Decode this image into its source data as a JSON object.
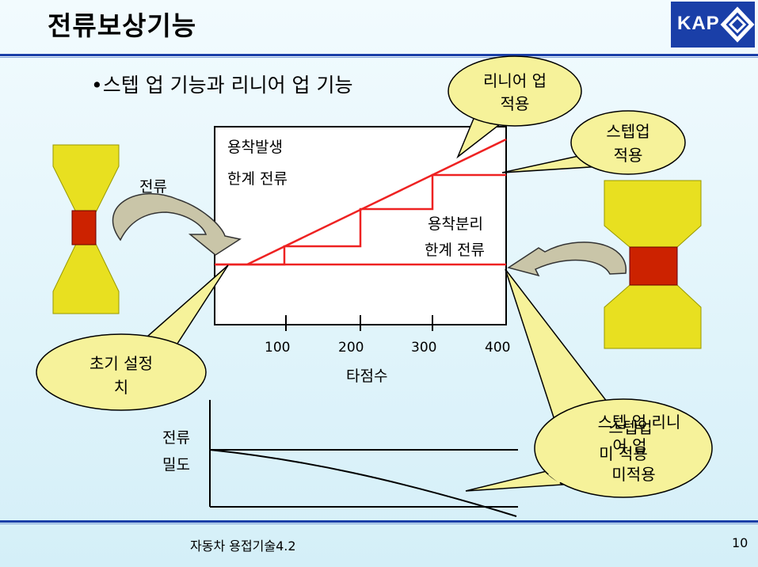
{
  "slide": {
    "title": "전류보상기능",
    "bullet": "•스텝 업 기능과 리니어 업 기능",
    "footer": "자동차 용접기술4.2",
    "page_number": "10",
    "logo_text": "KAP"
  },
  "colors": {
    "accent": "#1a3fa8",
    "line_red": "#ee2222",
    "callout_fill": "#f6f29a",
    "electrode": "#e8e020",
    "weld_red": "#cc2200",
    "arrow_fill": "#c9c5a8"
  },
  "diagram": {
    "label_current": "전류",
    "label_weld_occur": "용착발생",
    "label_limit_current": "한계 전류",
    "label_sep": "용착분리",
    "label_sep_limit": "한계 전류",
    "x_ticks": [
      "100",
      "200",
      "300",
      "400"
    ],
    "x_axis_label": "타점수",
    "density_label_line1": "전류",
    "density_label_line2": "밀도"
  },
  "callouts": {
    "linear_up": [
      "리니어 업",
      "적용"
    ],
    "step_up": [
      "스텝업",
      "적용"
    ],
    "initial": [
      "초기 설정",
      "치"
    ],
    "none_a": [
      "스텝 업 리니",
      "어 업",
      "미 적용"
    ],
    "none_b": [
      "스텝업",
      "미적용"
    ]
  }
}
